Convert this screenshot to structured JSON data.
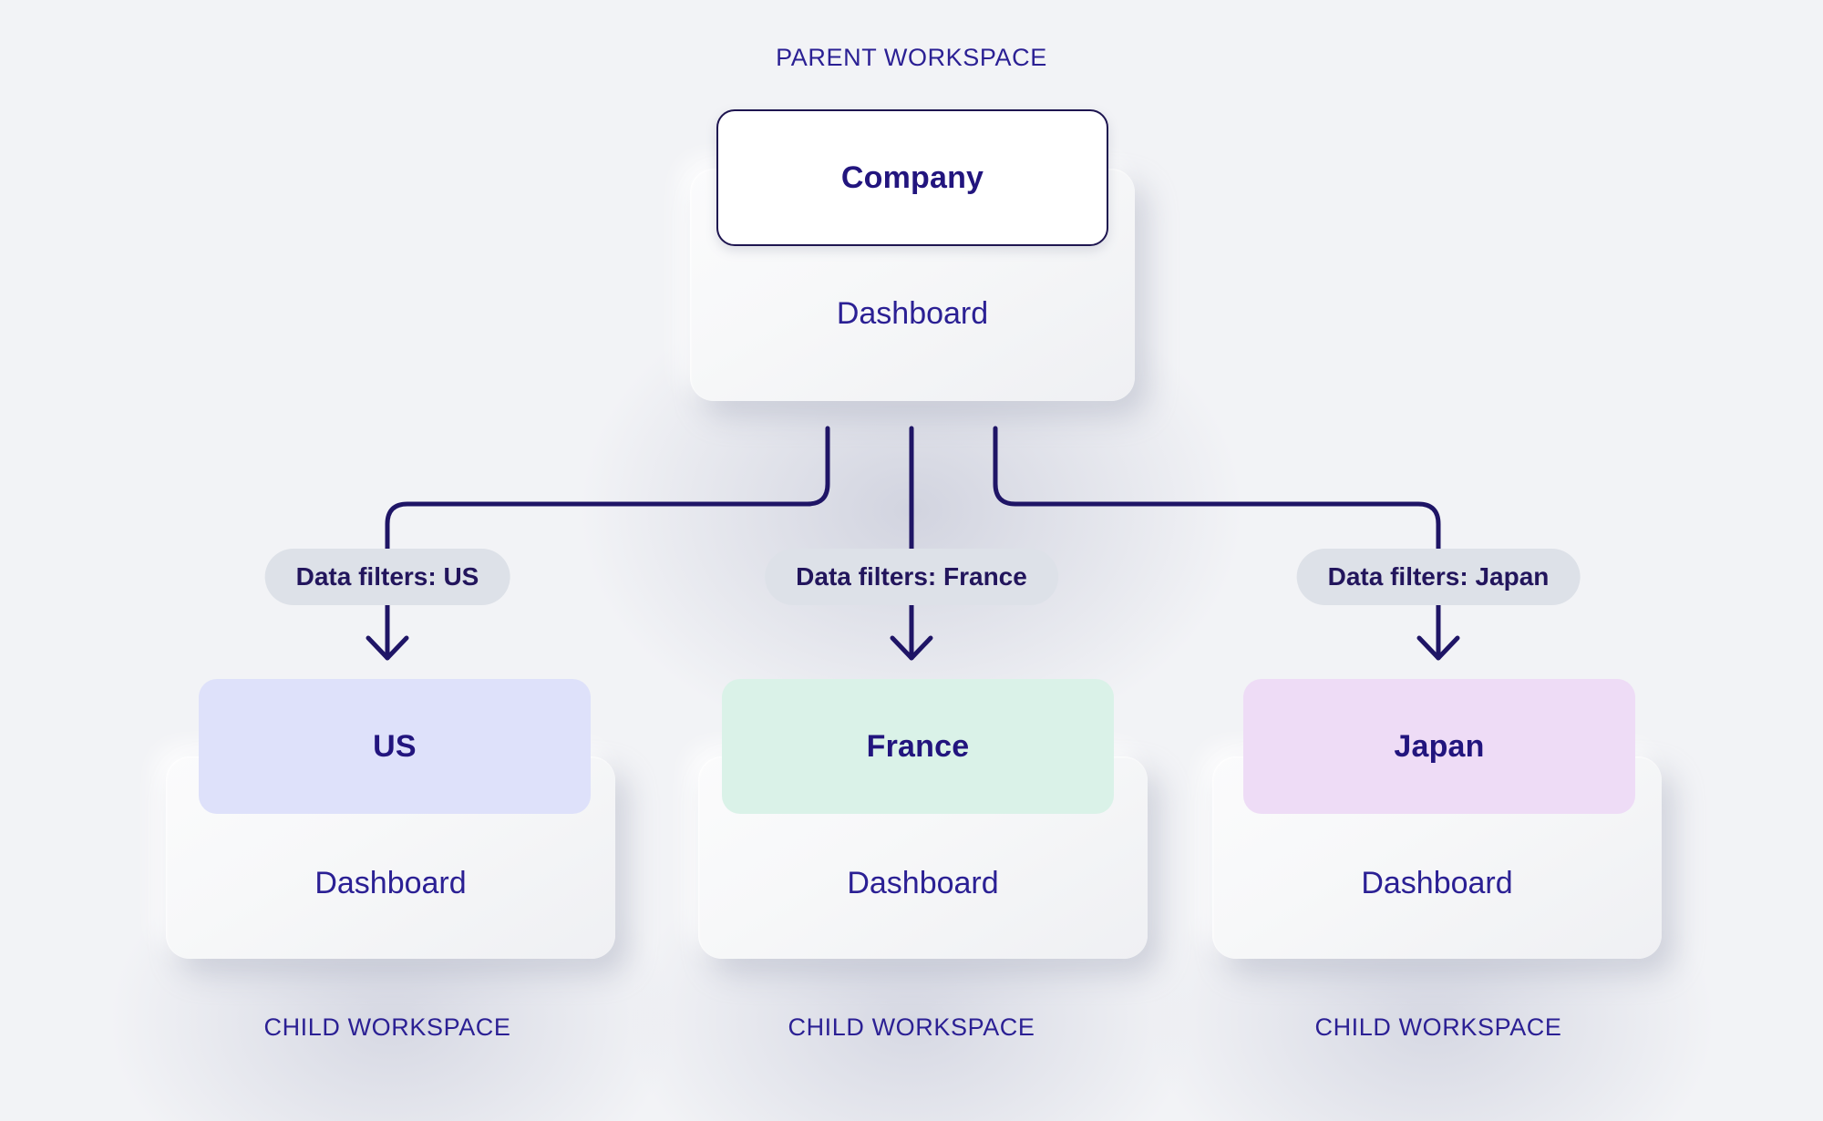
{
  "diagram": {
    "title_parent": "PARENT WORKSPACE",
    "colors": {
      "background": "#f2f3f6",
      "accent_navy": "#2b2094",
      "line": "#1f1566",
      "pill_bg": "#dde1e8",
      "us_chip": "#dee1fa",
      "france_chip": "#daf2e8",
      "japan_chip": "#eedcf6",
      "company_chip": "#ffffff",
      "company_border": "#1e1550"
    },
    "parent": {
      "name": "Company",
      "dashboard_label": "Dashboard",
      "workspace_label": "PARENT WORKSPACE"
    },
    "connectors": [
      {
        "filter_label": "Data filters: US"
      },
      {
        "filter_label": "Data filters: France"
      },
      {
        "filter_label": "Data filters: Japan"
      }
    ],
    "children": [
      {
        "name": "US",
        "dashboard_label": "Dashboard",
        "workspace_label": "CHILD WORKSPACE",
        "filter_label": "Data filters: US"
      },
      {
        "name": "France",
        "dashboard_label": "Dashboard",
        "workspace_label": "CHILD WORKSPACE",
        "filter_label": "Data filters: France"
      },
      {
        "name": "Japan",
        "dashboard_label": "Dashboard",
        "workspace_label": "CHILD WORKSPACE",
        "filter_label": "Data filters: Japan"
      }
    ]
  }
}
